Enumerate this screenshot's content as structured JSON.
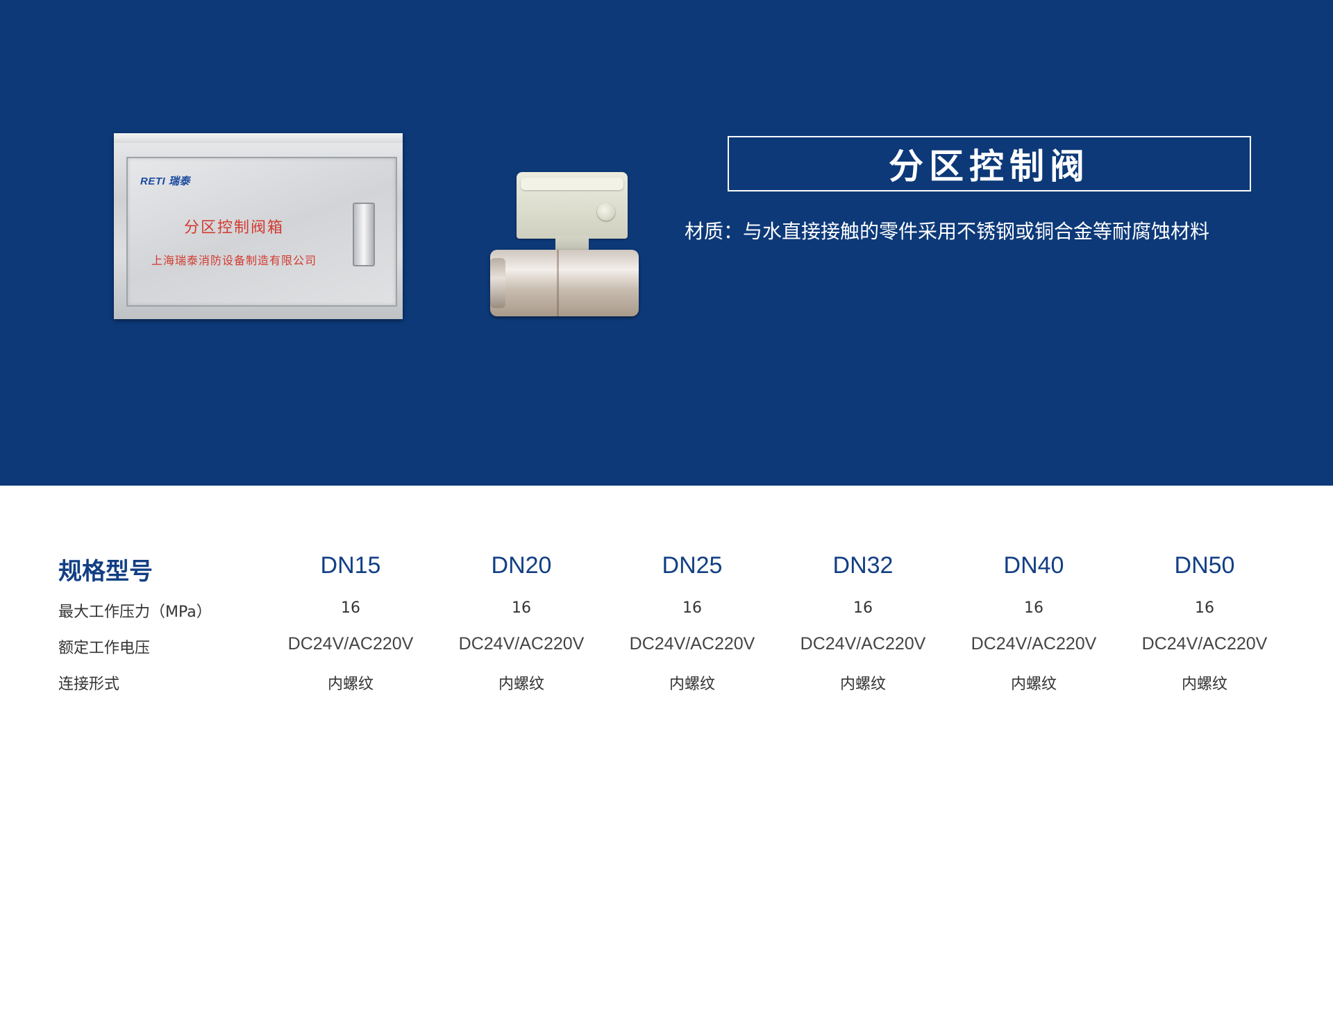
{
  "product": {
    "title": "分区控制阀",
    "material": "材质：与水直接接触的零件采用不锈钢或铜合金等耐腐蚀材料"
  },
  "box_image": {
    "logo": "RETI 瑞泰",
    "label": "分区控制阀箱",
    "company": "上海瑞泰消防设备制造有限公司"
  },
  "colors": {
    "banner": "#0d3978",
    "accent_text": "#123f84",
    "box_label": "#d23a2f"
  },
  "specs": {
    "header_label": "规格型号",
    "columns": [
      "DN15",
      "DN20",
      "DN25",
      "DN32",
      "DN40",
      "DN50"
    ],
    "rows": [
      {
        "label": "最大工作压力（MPa）",
        "values": [
          "16",
          "16",
          "16",
          "16",
          "16",
          "16"
        ]
      },
      {
        "label": "额定工作电压",
        "values": [
          "DC24V/AC220V",
          "DC24V/AC220V",
          "DC24V/AC220V",
          "DC24V/AC220V",
          "DC24V/AC220V",
          "DC24V/AC220V"
        ]
      },
      {
        "label": "连接形式",
        "values": [
          "内螺纹",
          "内螺纹",
          "内螺纹",
          "内螺纹",
          "内螺纹",
          "内螺纹"
        ]
      }
    ]
  }
}
